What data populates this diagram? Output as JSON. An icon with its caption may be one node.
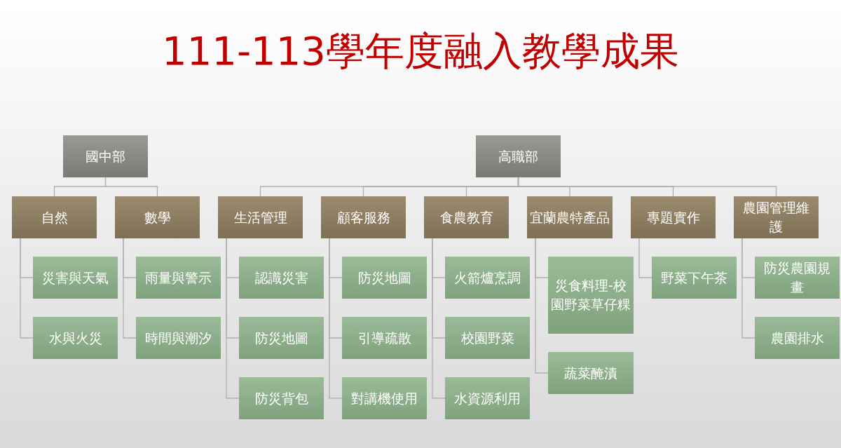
{
  "diagram": {
    "title": "111-113學年度融入教學成果",
    "nodes": [
      {
        "text": [
          "國中部"
        ]
      },
      {
        "text": [
          "高職部"
        ]
      },
      {
        "text": [
          "自然"
        ]
      },
      {
        "text": [
          "數學"
        ]
      },
      {
        "text": [
          "生活管理"
        ]
      },
      {
        "text": [
          "顧客服務"
        ]
      },
      {
        "text": [
          "食農教育"
        ]
      },
      {
        "text": [
          "宜蘭農特產品"
        ]
      },
      {
        "text": [
          "專題實作"
        ]
      },
      {
        "text": [
          "農園管理維護"
        ]
      },
      {
        "text": [
          "災害與天氣"
        ]
      },
      {
        "text": [
          "水與火災"
        ]
      },
      {
        "text": [
          "雨量與警示"
        ]
      },
      {
        "text": [
          "時間與潮汐"
        ]
      },
      {
        "text": [
          "認識災害"
        ]
      },
      {
        "text": [
          "防災地圖"
        ]
      },
      {
        "text": [
          "防災背包"
        ]
      },
      {
        "text": [
          "防災地圖"
        ]
      },
      {
        "text": [
          "引導疏散"
        ]
      },
      {
        "text": [
          "對講機使用"
        ]
      },
      {
        "text": [
          "火箭爐烹調"
        ]
      },
      {
        "text": [
          "校園野菜"
        ]
      },
      {
        "text": [
          "水資源利用"
        ]
      },
      {
        "text": [
          "災食料理-校園野菜草仔粿"
        ]
      },
      {
        "text": [
          "蔬菜醃漬"
        ]
      },
      {
        "text": [
          "野菜下午茶"
        ]
      },
      {
        "text": [
          "防災農園規畫"
        ]
      },
      {
        "text": [
          "農園排水"
        ]
      }
    ],
    "edges": [
      {
        "from": 0,
        "to": 2,
        "arrow": "none"
      },
      {
        "from": 0,
        "to": 3,
        "arrow": "none"
      },
      {
        "from": 1,
        "to": 4,
        "arrow": "none"
      },
      {
        "from": 1,
        "to": 5,
        "arrow": "none"
      },
      {
        "from": 1,
        "to": 6,
        "arrow": "none"
      },
      {
        "from": 1,
        "to": 7,
        "arrow": "none"
      },
      {
        "from": 1,
        "to": 8,
        "arrow": "none"
      },
      {
        "from": 1,
        "to": 9,
        "arrow": "none"
      },
      {
        "from": 2,
        "to": 10,
        "arrow": "none"
      },
      {
        "from": 2,
        "to": 11,
        "arrow": "none"
      },
      {
        "from": 3,
        "to": 12,
        "arrow": "none"
      },
      {
        "from": 3,
        "to": 13,
        "arrow": "none"
      },
      {
        "from": 4,
        "to": 14,
        "arrow": "none"
      },
      {
        "from": 4,
        "to": 15,
        "arrow": "none"
      },
      {
        "from": 4,
        "to": 16,
        "arrow": "none"
      },
      {
        "from": 5,
        "to": 17,
        "arrow": "none"
      },
      {
        "from": 5,
        "to": 18,
        "arrow": "none"
      },
      {
        "from": 5,
        "to": 19,
        "arrow": "none"
      },
      {
        "from": 6,
        "to": 20,
        "arrow": "none"
      },
      {
        "from": 6,
        "to": 21,
        "arrow": "none"
      },
      {
        "from": 6,
        "to": 22,
        "arrow": "none"
      },
      {
        "from": 7,
        "to": 23,
        "arrow": "none"
      },
      {
        "from": 7,
        "to": 24,
        "arrow": "none"
      },
      {
        "from": 8,
        "to": 25,
        "arrow": "none"
      },
      {
        "from": 9,
        "to": 26,
        "arrow": "none"
      },
      {
        "from": 9,
        "to": 27,
        "arrow": "none"
      }
    ]
  }
}
